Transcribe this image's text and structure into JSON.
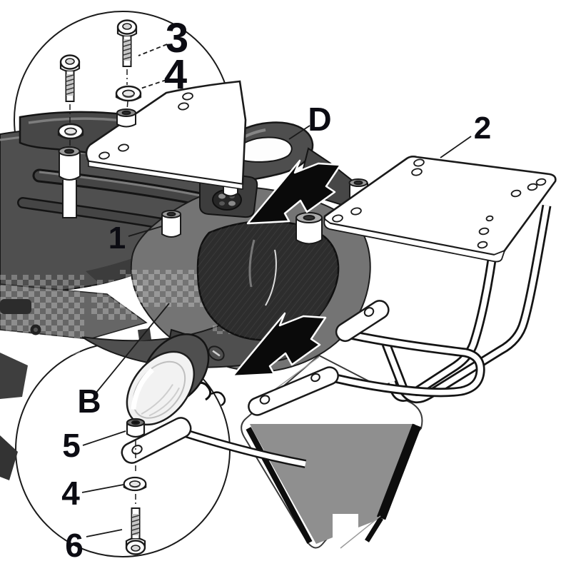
{
  "figure": {
    "kind": "exploded-assembly-diagram",
    "subject": "motorcycle rear rack / top case fitting kit"
  },
  "palette": {
    "background": "#ffffff",
    "line": "#1a1a1a",
    "label": "#0c0c13",
    "body_dark": "#4f4f4f",
    "body_mid": "#747474",
    "fender_gray": "#8f8f8f",
    "arrow_black": "#0a0a0a"
  },
  "callouts": [
    {
      "id": "callout-3",
      "label": "3",
      "target": "socket-head-bolt"
    },
    {
      "id": "callout-4-top",
      "label": "4",
      "target": "washer"
    },
    {
      "id": "callout-1",
      "label": "1",
      "target": "rail-spacer"
    },
    {
      "id": "callout-d",
      "label": "D",
      "target": "grab-handle"
    },
    {
      "id": "callout-2",
      "label": "2",
      "target": "top-mounting-plate"
    },
    {
      "id": "callout-b",
      "label": "B",
      "target": "undertail-panel"
    },
    {
      "id": "callout-5",
      "label": "5",
      "target": "spacer-bushing"
    },
    {
      "id": "callout-4-bottom",
      "label": "4",
      "target": "washer"
    },
    {
      "id": "callout-6",
      "label": "6",
      "target": "long-bolt"
    }
  ]
}
